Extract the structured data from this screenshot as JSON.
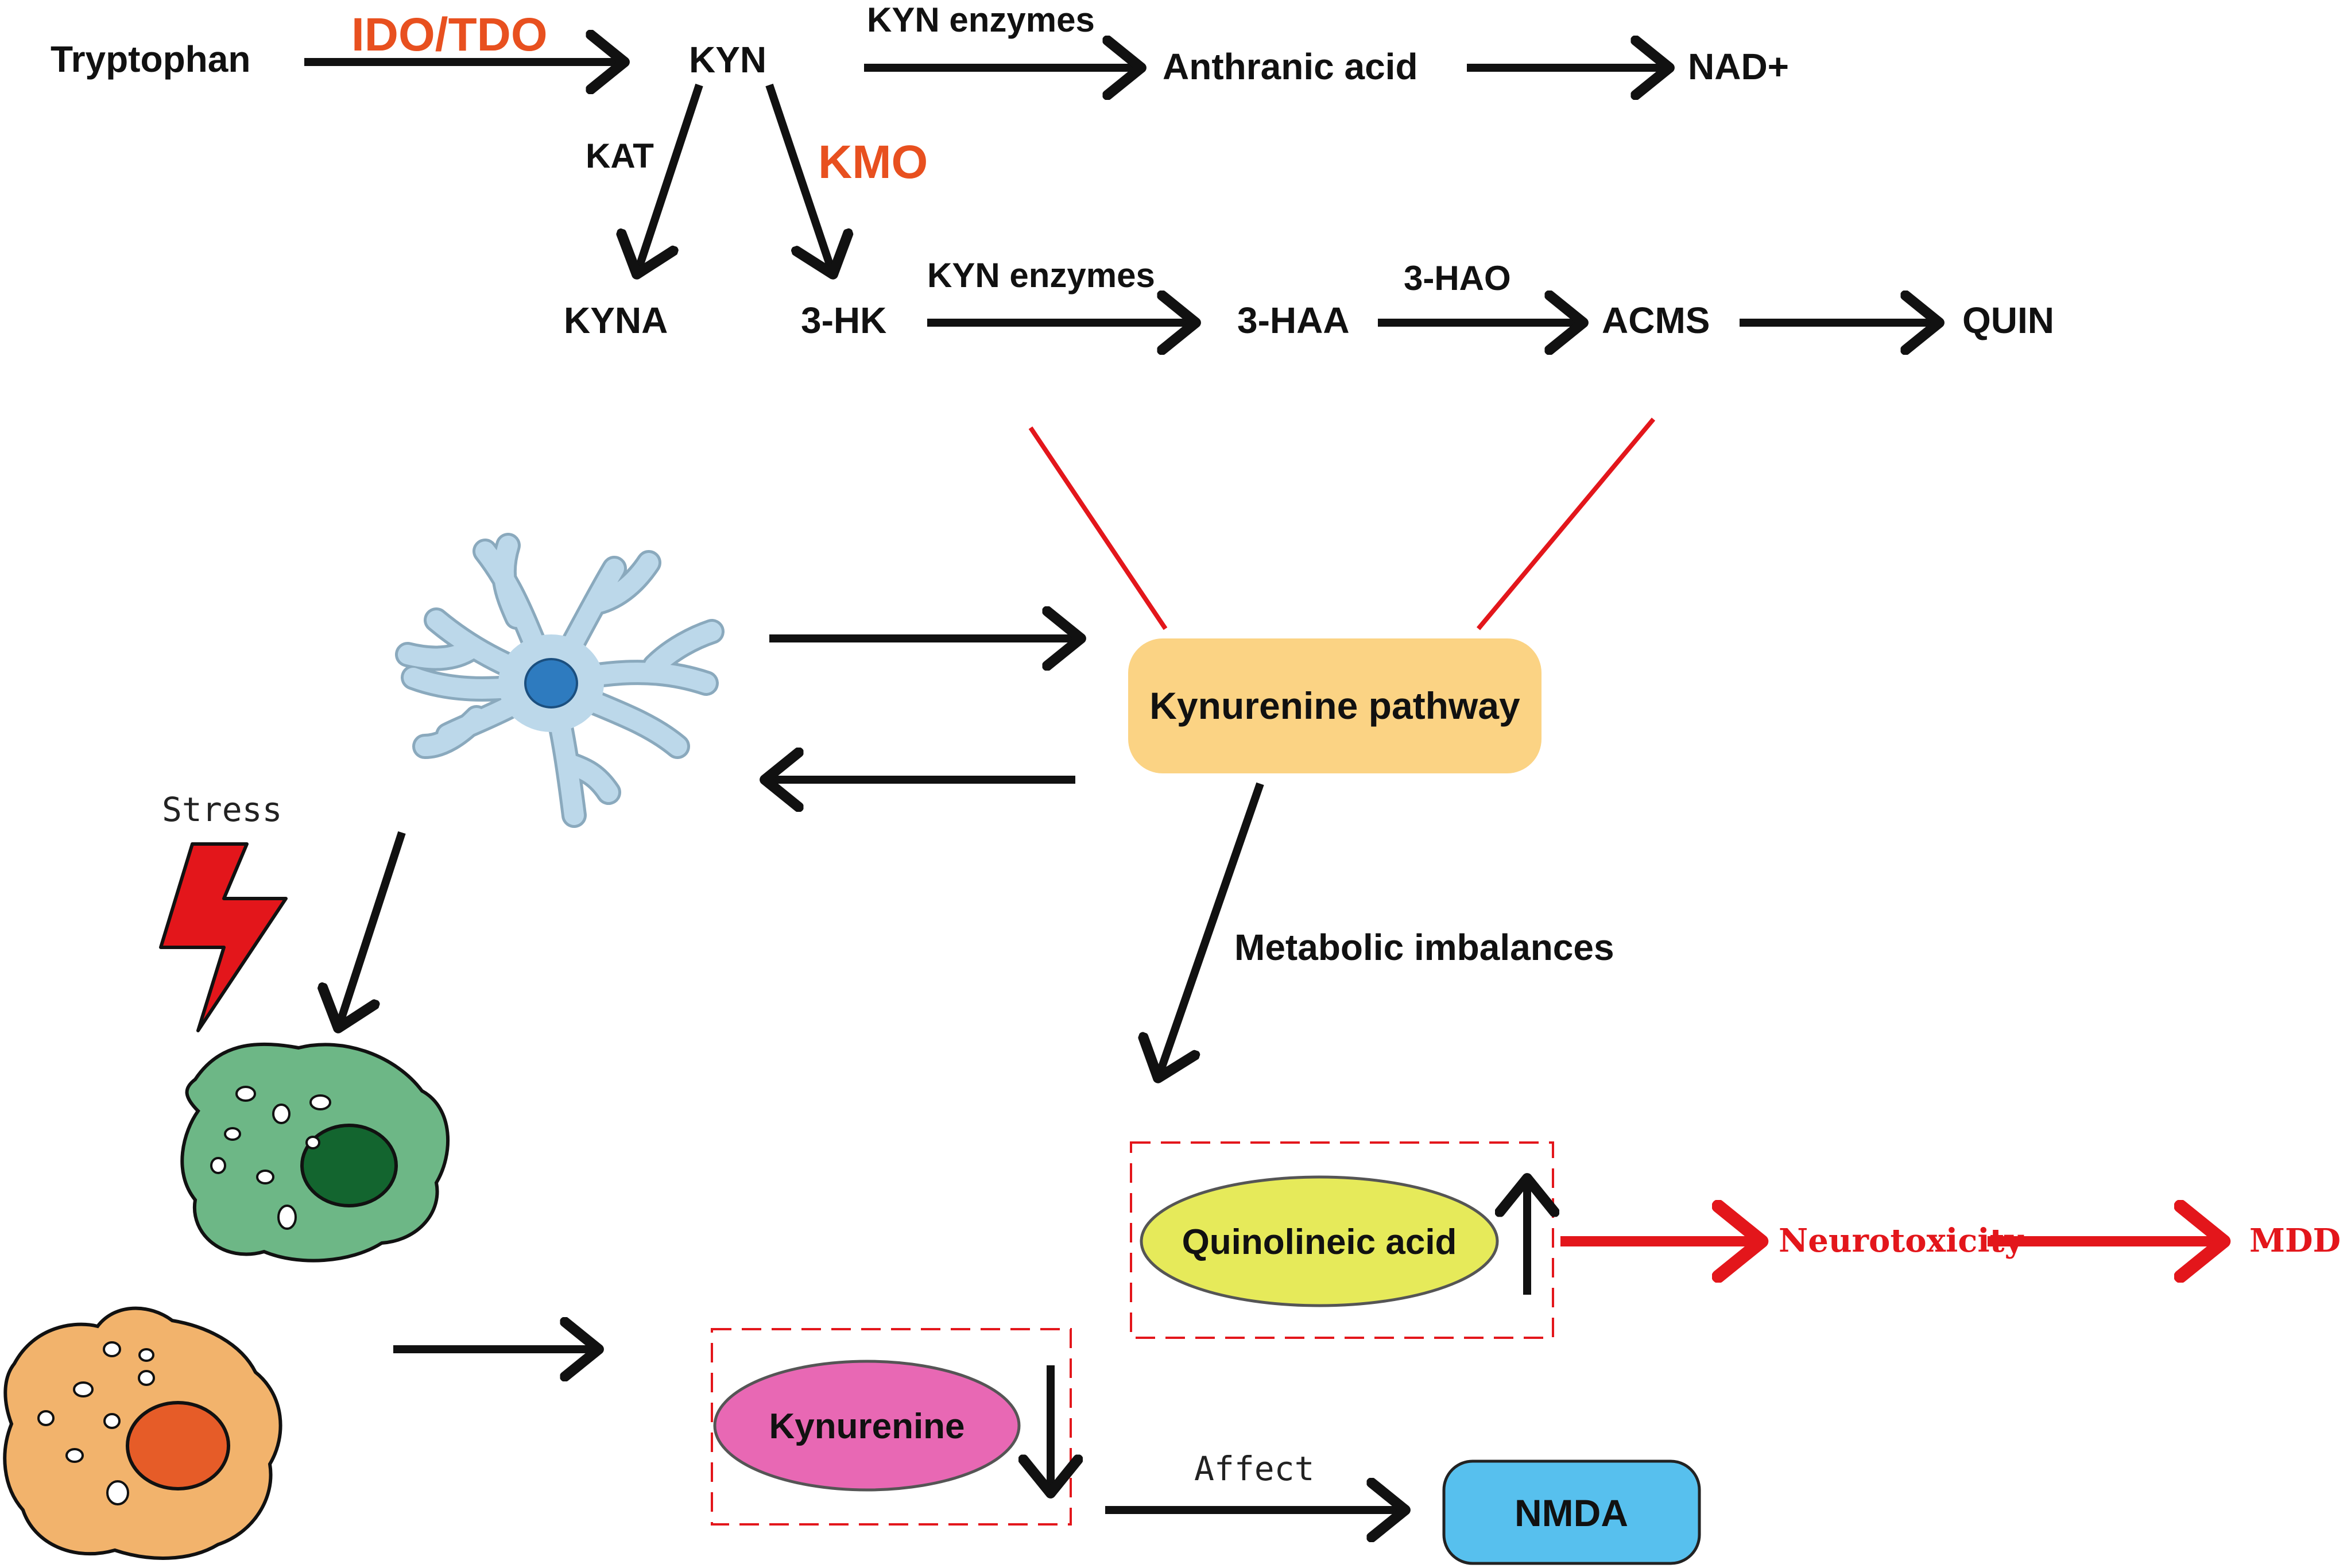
{
  "pathway": {
    "tryptophan": "Tryptophan",
    "ido_tdo": "IDO/TDO",
    "kyn": "KYN",
    "kyn_enzymes_top": "KYN enzymes",
    "anthranic_acid": "Anthranic acid",
    "nad": "NAD+",
    "kat": "KAT",
    "kmo": "KMO",
    "kyna": "KYNA",
    "three_hk": "3-HK",
    "kyn_enzymes_mid": "KYN enzymes",
    "three_hao": "3-HAO",
    "three_haa": "3-HAA",
    "acms": "ACMS",
    "quin": "QUIN"
  },
  "center": {
    "kynurenine_pathway": "Kynurenine pathway",
    "metabolic_imbalances": "Metabolic imbalances"
  },
  "left": {
    "stress": "Stress"
  },
  "bottom": {
    "quinolineic_acid": "Quinolineic acid",
    "neurotoxicity": "Neurotoxicity",
    "mdd": "MDD",
    "kynurenine": "Kynurenine",
    "affect": "Affect",
    "nmda": "NMDA"
  },
  "colors": {
    "enzyme_orange": "#e8501f",
    "alert_red": "#e3161b",
    "pathway_box": "#fbd384",
    "quin_ellipse": "#e6ea5a",
    "kyn_ellipse": "#e868b4",
    "nmda_box": "#57c0ee",
    "astrocyte": "#bcd8ea",
    "astrocyte_nucleus": "#2e7bbf",
    "microglia": "#6db786",
    "microglia_nucleus": "#13652f",
    "macrophage": "#f2b36c",
    "macrophage_nucleus": "#e65c28"
  }
}
